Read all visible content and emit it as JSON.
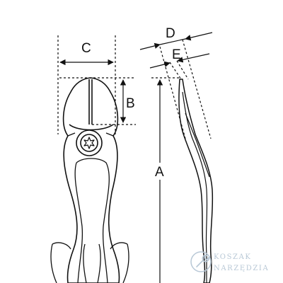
{
  "dimensions": {
    "width_label": "C",
    "jaw_length_label": "B",
    "overall_length_label": "A",
    "head_thickness_label": "D",
    "tip_thickness_label": "E"
  },
  "watermark": {
    "line1": "KOSZAK",
    "line2": "NARZĘDZIA",
    "icon": "wrench-icon"
  },
  "colors": {
    "line": "#111111",
    "watermark": "#b8c8d6"
  }
}
